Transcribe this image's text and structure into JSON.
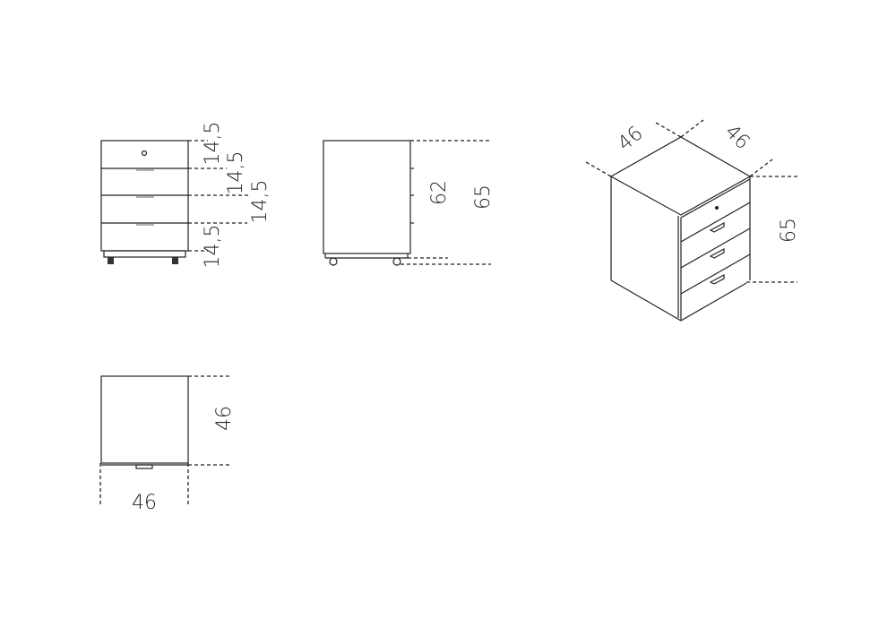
{
  "front_view": {
    "dims": [
      "14,5",
      "14,5",
      "14,5",
      "14,5"
    ]
  },
  "side_view": {
    "body_height": "62",
    "total_height": "65"
  },
  "top_view": {
    "depth": "46",
    "width": "46"
  },
  "iso_view": {
    "width": "46",
    "depth": "46",
    "height": "65"
  }
}
